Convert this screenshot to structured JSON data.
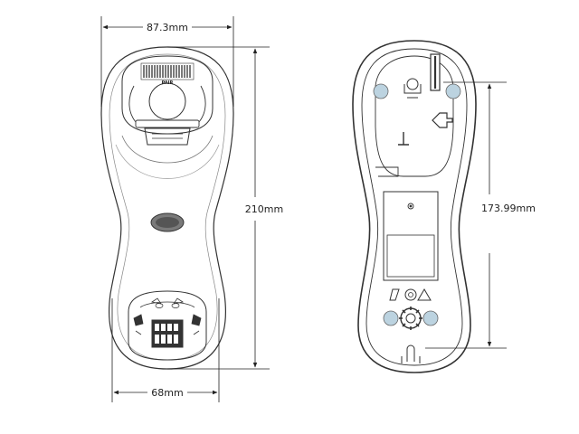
{
  "dimensions": {
    "top_width": "87.3mm",
    "height": "210mm",
    "bottom_width": "68mm",
    "mount_spacing": "173.99mm"
  },
  "front_view": {
    "pair_label": "PAIR"
  },
  "colors": {
    "outline": "#333333",
    "dimension_line": "#222222",
    "mount_pad": "#bcd3e0",
    "window": "#7a7a7a",
    "contacts": "#333333"
  }
}
